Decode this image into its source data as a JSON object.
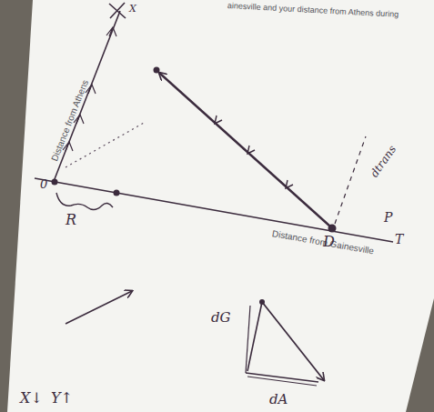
{
  "diagram": {
    "labels": [
      "ainesville and your distance from Athens during",
      "Distance from Athens",
      "Distance from Gainesville",
      "X",
      "0",
      "R",
      "D",
      "T",
      "dtrans",
      "P",
      "dG",
      "dA",
      "X↓",
      "Y↑"
    ]
  }
}
